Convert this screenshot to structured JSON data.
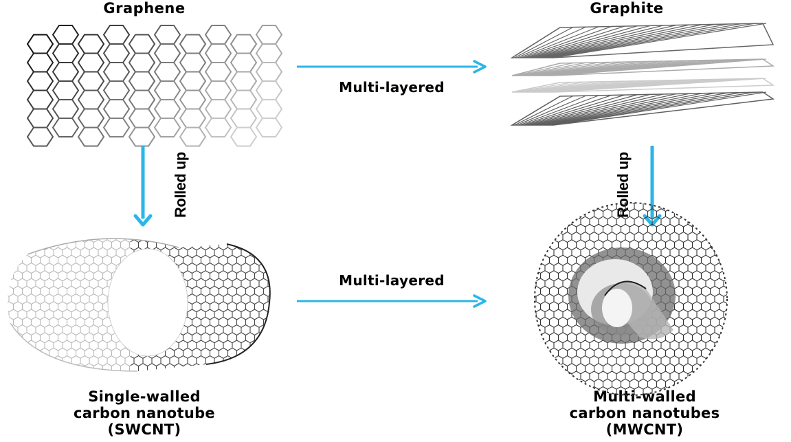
{
  "labels": {
    "graphene": "Graphene",
    "graphite": "Graphite",
    "multi_layered_top": "Multi-layered",
    "multi_layered_bottom": "Multi-layered",
    "rolled_up_left": "Rolled up",
    "rolled_up_right": "Rolled up",
    "swcnt_line1": "Single-walled",
    "swcnt_line2": "carbon nanotube",
    "swcnt_line3": "(SWCNT)",
    "mwcnt_line1": "Multi-walled",
    "mwcnt_line2": "carbon nanotubes",
    "mwcnt_line3": "(MWCNT)"
  },
  "colors": {
    "arrow": "#29b6e8",
    "lattice_dark": "#2a2a2a",
    "lattice_light": "#cfcfcf"
  }
}
